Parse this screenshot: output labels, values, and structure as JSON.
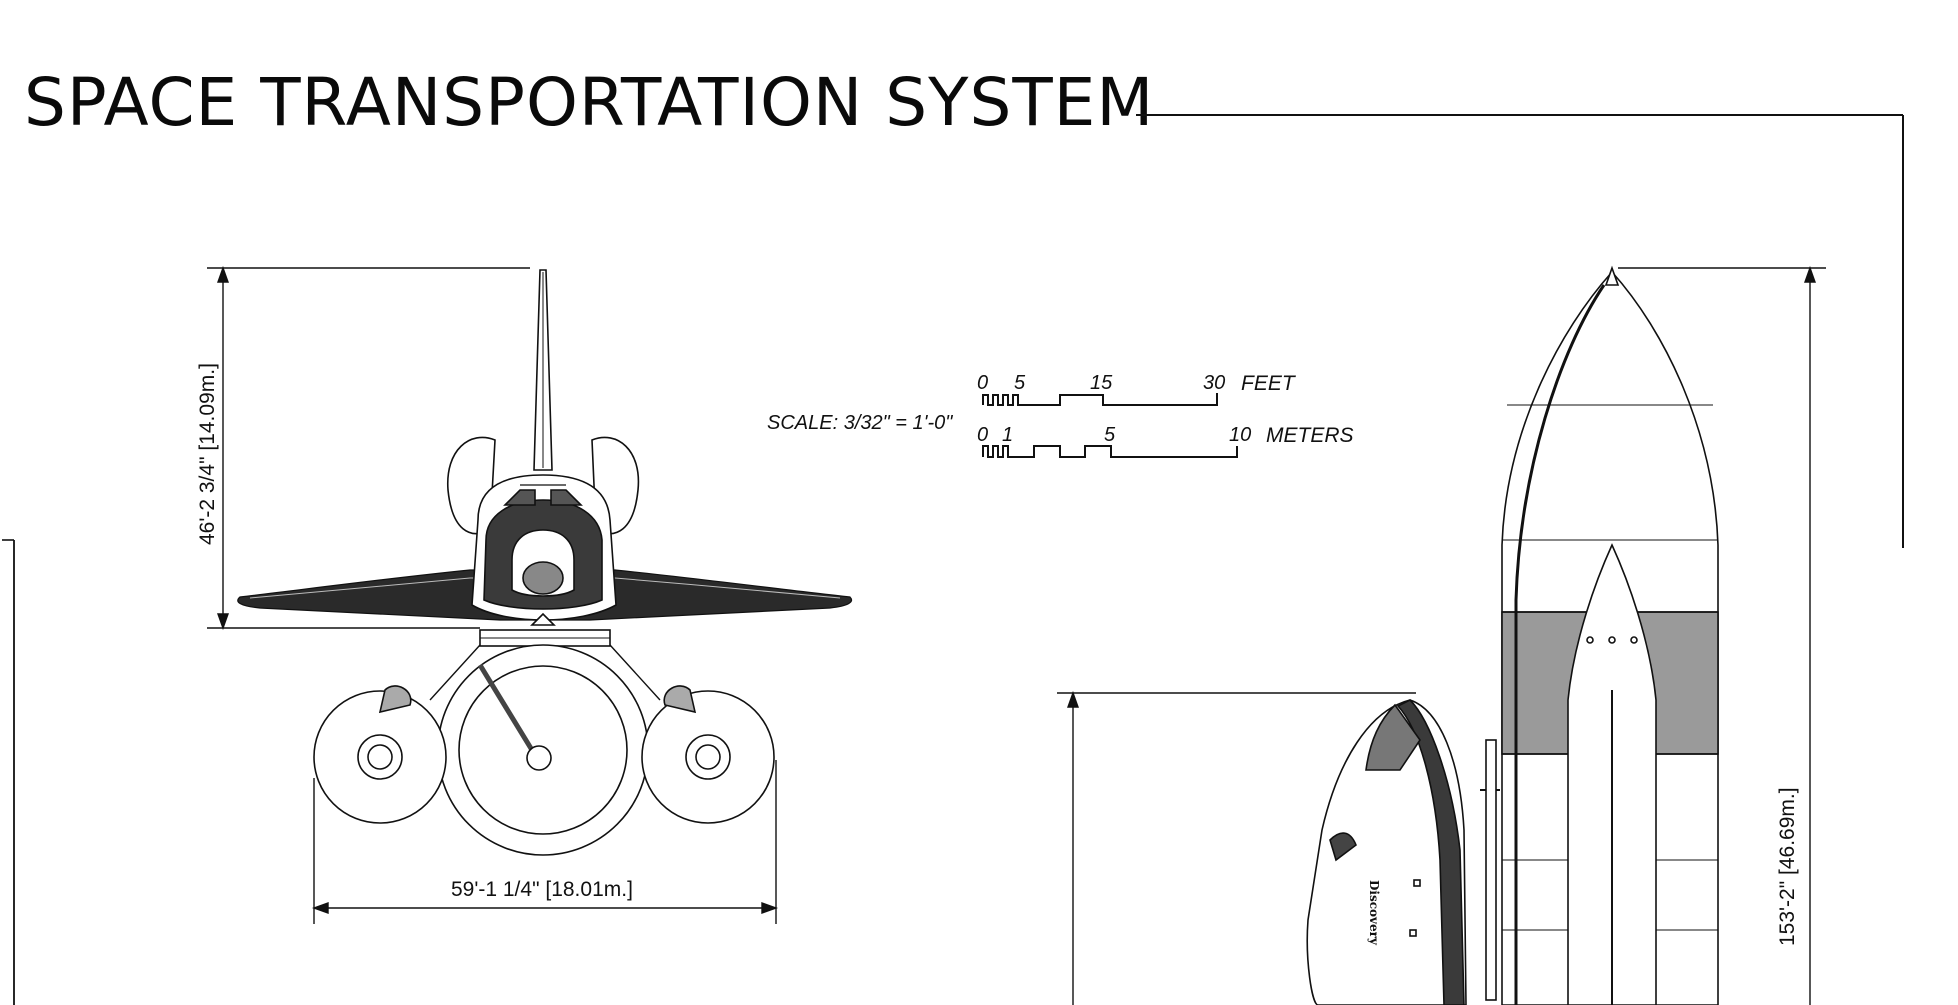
{
  "title": "SPACE TRANSPORTATION SYSTEM",
  "scale": {
    "label": "SCALE: 3/32\" = 1'-0\"",
    "feet": {
      "ticks": [
        "0",
        "5",
        "15",
        "30"
      ],
      "unit": "FEET"
    },
    "meters": {
      "ticks": [
        "0",
        "1",
        "5",
        "10"
      ],
      "unit": "METERS"
    }
  },
  "dimensions": {
    "front_height": "46'-2 3/4\" [14.09m.]",
    "front_width": "59'-1 1/4\" [18.01m.]",
    "side_height": "153'-2\" [46.69m.]"
  },
  "views": {
    "front": "orbiter-front-view",
    "side": "stack-side-view"
  },
  "orbiter_name": "Discovery"
}
